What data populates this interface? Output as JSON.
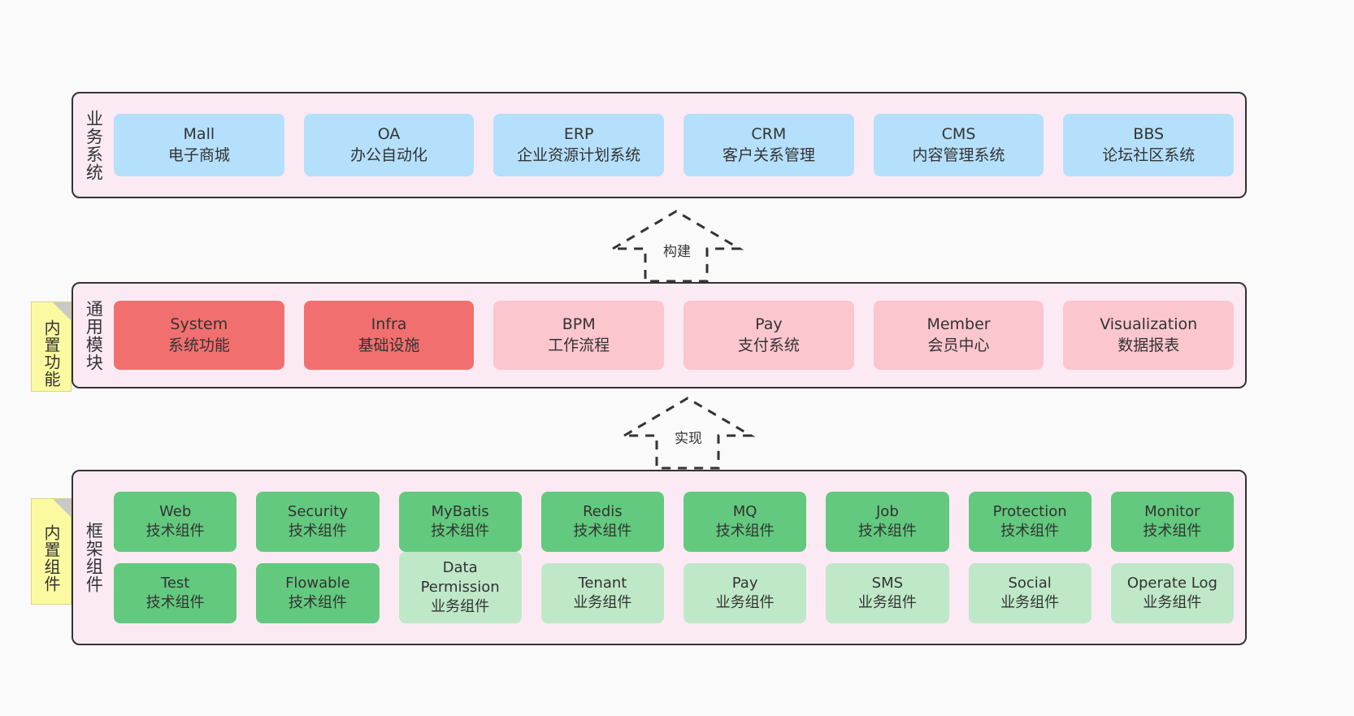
{
  "layers": {
    "business": {
      "label": "业务系统",
      "items": [
        {
          "en": "Mall",
          "cn": "电子商城",
          "color": "blue"
        },
        {
          "en": "OA",
          "cn": "办公自动化",
          "color": "blue"
        },
        {
          "en": "ERP",
          "cn": "企业资源计划系统",
          "color": "blue"
        },
        {
          "en": "CRM",
          "cn": "客户关系管理",
          "color": "blue"
        },
        {
          "en": "CMS",
          "cn": "内容管理系统",
          "color": "blue"
        },
        {
          "en": "BBS",
          "cn": "论坛社区系统",
          "color": "blue"
        }
      ]
    },
    "common": {
      "label": "通用模块",
      "note": "内置功能",
      "items": [
        {
          "en": "System",
          "cn": "系统功能",
          "color": "red"
        },
        {
          "en": "Infra",
          "cn": "基础设施",
          "color": "red"
        },
        {
          "en": "BPM",
          "cn": "工作流程",
          "color": "pink"
        },
        {
          "en": "Pay",
          "cn": "支付系统",
          "color": "pink"
        },
        {
          "en": "Member",
          "cn": "会员中心",
          "color": "pink"
        },
        {
          "en": "Visualization",
          "cn": "数据报表",
          "color": "pink"
        }
      ]
    },
    "framework": {
      "label": "框架组件",
      "note": "内置组件",
      "row1": [
        {
          "en": "Web",
          "cn": "技术组件",
          "color": "green"
        },
        {
          "en": "Security",
          "cn": "技术组件",
          "color": "green"
        },
        {
          "en": "MyBatis",
          "cn": "技术组件",
          "color": "green"
        },
        {
          "en": "Redis",
          "cn": "技术组件",
          "color": "green"
        },
        {
          "en": "MQ",
          "cn": "技术组件",
          "color": "green"
        },
        {
          "en": "Job",
          "cn": "技术组件",
          "color": "green"
        },
        {
          "en": "Protection",
          "cn": "技术组件",
          "color": "green"
        },
        {
          "en": "Monitor",
          "cn": "技术组件",
          "color": "green"
        }
      ],
      "row2": [
        {
          "en": "Test",
          "cn": "技术组件",
          "color": "green",
          "tall": false
        },
        {
          "en": "Flowable",
          "cn": "技术组件",
          "color": "green",
          "tall": false
        },
        {
          "en": "Data Permission",
          "cn": "业务组件",
          "color": "lightgreen",
          "tall": true
        },
        {
          "en": "Tenant",
          "cn": "业务组件",
          "color": "lightgreen",
          "tall": false
        },
        {
          "en": "Pay",
          "cn": "业务组件",
          "color": "lightgreen",
          "tall": false
        },
        {
          "en": "SMS",
          "cn": "业务组件",
          "color": "lightgreen",
          "tall": false
        },
        {
          "en": "Social",
          "cn": "业务组件",
          "color": "lightgreen",
          "tall": false
        },
        {
          "en": "Operate Log",
          "cn": "业务组件",
          "color": "lightgreen",
          "tall": false
        }
      ]
    }
  },
  "arrows": [
    {
      "name": "build",
      "label": "构建"
    },
    {
      "name": "implement",
      "label": "实现"
    }
  ],
  "colors": {
    "background": "#fafafa",
    "band_fill": "#fbeaf4",
    "band_border": "#333333",
    "blue": "#b5e0fb",
    "red": "#f1706f",
    "pink": "#fbc6ce",
    "green": "#63c97e",
    "light_green": "#bfe8c8",
    "note_fill": "#fcfaa0",
    "note_fold": "#c9c9c9",
    "text": "#333333"
  }
}
